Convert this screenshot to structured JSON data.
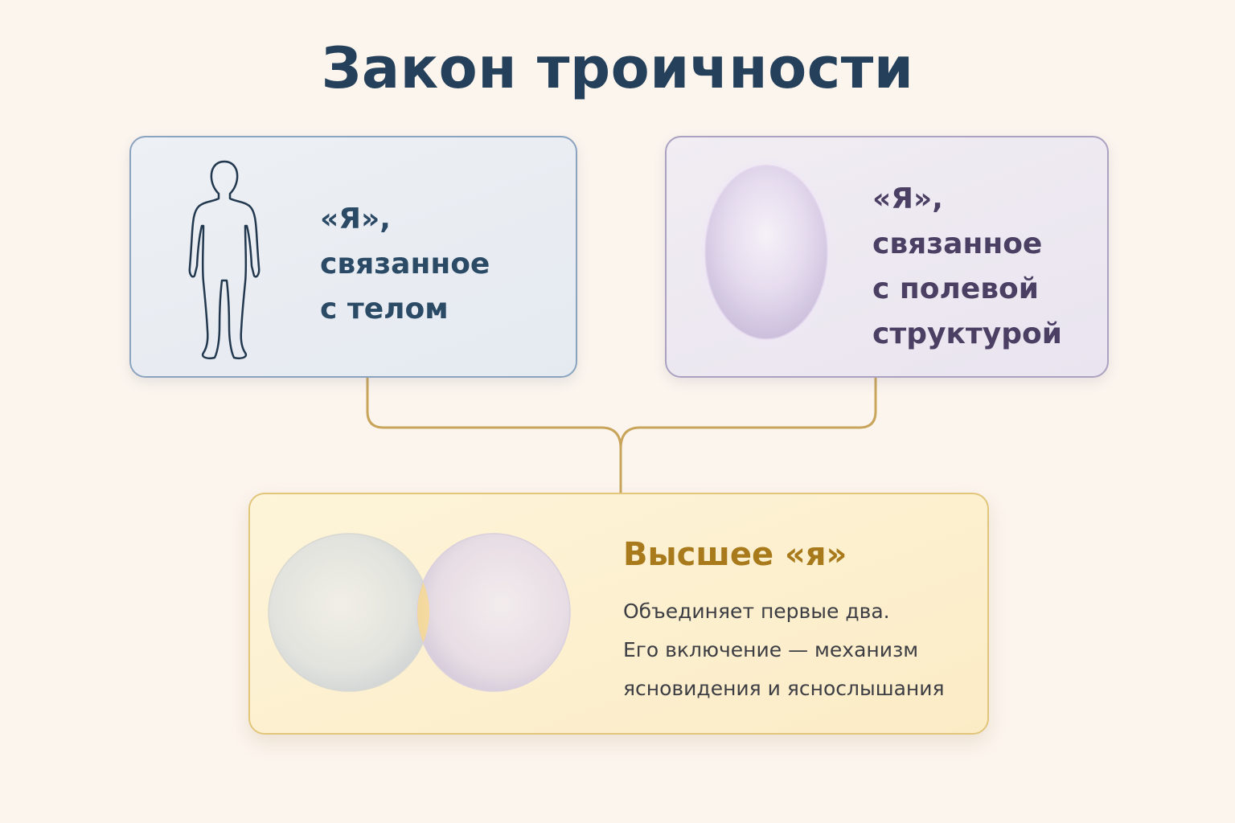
{
  "title": "Закон троичности",
  "nodes": {
    "body_self": {
      "lines": [
        "«Я»,",
        "связанное",
        "с телом"
      ],
      "icon": "human-silhouette-icon"
    },
    "field_self": {
      "lines": [
        "«Я»,",
        "связанное",
        "с полевой",
        "структурой"
      ],
      "icon": "aura-oval-icon"
    },
    "higher_self": {
      "title": "Высшее «я»",
      "description": [
        "Объединяет первые два.",
        "Его включение — механизм",
        "ясновидения и яснослышания"
      ],
      "icon": "overlapping-circles-icon"
    }
  },
  "edges": [
    {
      "from": "body_self",
      "to": "higher_self"
    },
    {
      "from": "field_self",
      "to": "higher_self"
    }
  ],
  "colors": {
    "background": "#fcf5ee",
    "title": "#24405a",
    "body_accent": "#8ba3be",
    "field_accent": "#aaa2c0",
    "higher_accent": "#e0c57a",
    "higher_title": "#a87a1c",
    "connector": "#c9a55c"
  }
}
